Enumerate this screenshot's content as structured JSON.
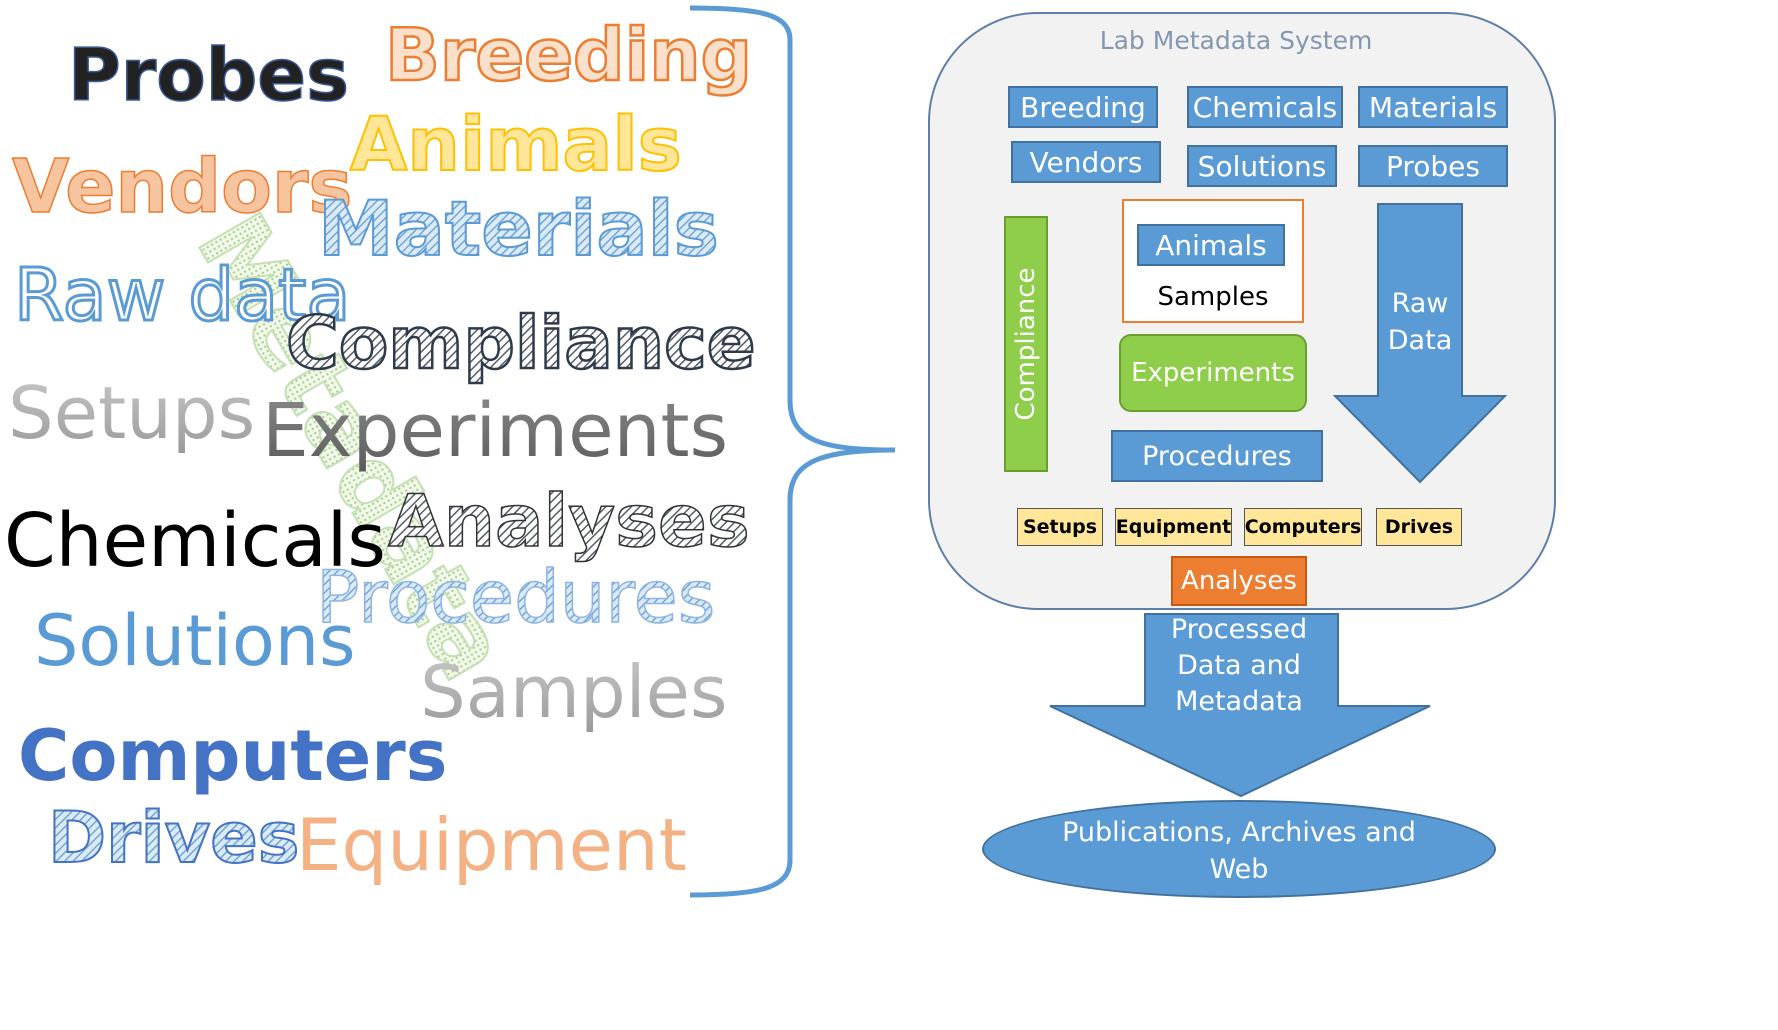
{
  "word_cloud": {
    "probes": "Probes",
    "breeding": "Breeding",
    "animals": "Animals",
    "vendors": "Vendors",
    "materials": "Materials",
    "raw_data": "Raw data",
    "compliance": "Compliance",
    "setups": "Setups",
    "experiments": "Experiments",
    "chemicals": "Chemicals",
    "analyses": "Analyses",
    "procedures": "Procedures",
    "solutions": "Solutions",
    "samples": "Samples",
    "computers": "Computers",
    "drives": "Drives",
    "equipment": "Equipment",
    "metadata": "Metadata"
  },
  "system": {
    "title": "Lab Metadata System",
    "breeding": "Breeding",
    "chemicals": "Chemicals",
    "materials": "Materials",
    "vendors": "Vendors",
    "solutions": "Solutions",
    "probes": "Probes",
    "compliance": "Compliance",
    "animals": "Animals",
    "samples": "Samples",
    "experiments": "Experiments",
    "procedures": "Procedures",
    "raw_data_line1": "Raw",
    "raw_data_line2": "Data",
    "setups": "Setups",
    "equipment": "Equipment",
    "computers": "Computers",
    "drives": "Drives",
    "analyses": "Analyses"
  },
  "output": {
    "processed_line1": "Processed",
    "processed_line2": "Data and",
    "processed_line3": "Metadata",
    "publications_line1": "Publications, Archives and",
    "publications_line2": "Web"
  },
  "colors": {
    "blue": "#5b9bd5",
    "orange": "#ed7d31",
    "green": "#8fce4a",
    "yellow": "#ffe699",
    "panel": "#f2f2f2"
  }
}
